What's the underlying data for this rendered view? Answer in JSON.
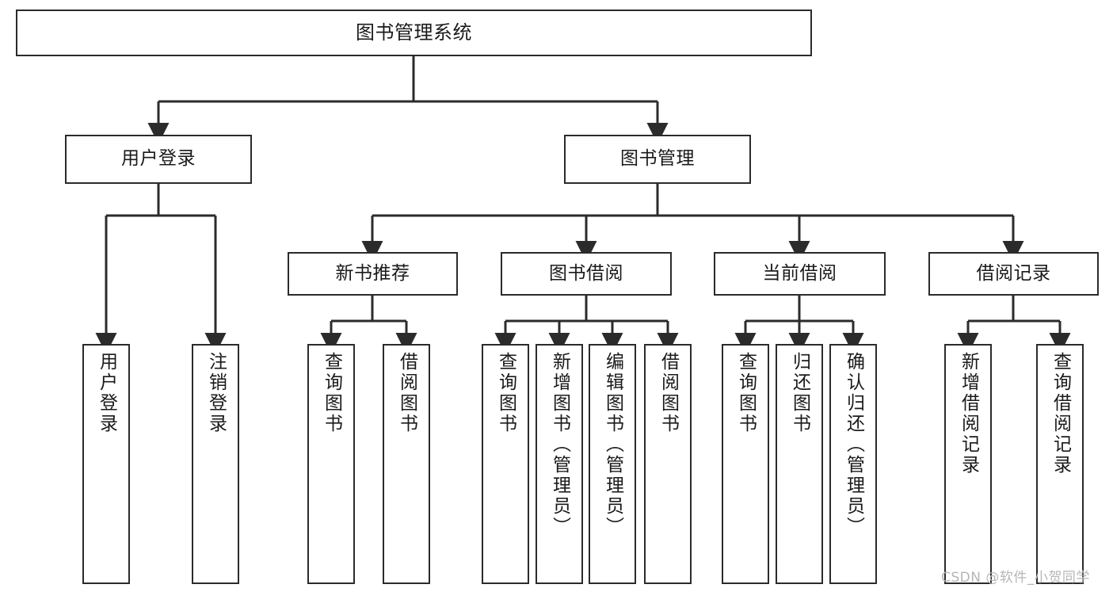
{
  "diagram": {
    "title": "图书管理系统",
    "type": "tree-hierarchy-chart",
    "root": {
      "label": "图书管理系统"
    },
    "level1": [
      {
        "label": "用户登录"
      },
      {
        "label": "图书管理"
      }
    ],
    "level2": [
      {
        "label": "新书推荐"
      },
      {
        "label": "图书借阅"
      },
      {
        "label": "当前借阅"
      },
      {
        "label": "借阅记录"
      }
    ],
    "leaves": {
      "user_login": [
        {
          "label": "用户登录"
        },
        {
          "label": "注销登录"
        }
      ],
      "new_book_recommend": [
        {
          "label": "查询图书"
        },
        {
          "label": "借阅图书"
        }
      ],
      "book_borrow": [
        {
          "label": "查询图书"
        },
        {
          "label": "新增图书（管理员）"
        },
        {
          "label": "编辑图书（管理员）"
        },
        {
          "label": "借阅图书"
        }
      ],
      "current_borrow": [
        {
          "label": "查询图书"
        },
        {
          "label": "归还图书"
        },
        {
          "label": "确认归还（管理员）"
        }
      ],
      "borrow_record": [
        {
          "label": "新增借阅记录"
        },
        {
          "label": "查询借阅记录"
        }
      ]
    }
  },
  "watermark": {
    "text": "CSDN @软件_小贺同学"
  },
  "colors": {
    "stroke": "#2b2b2b",
    "fill": "#ffffff",
    "text": "#1a1a1a",
    "watermark": "#b6b6b6"
  }
}
